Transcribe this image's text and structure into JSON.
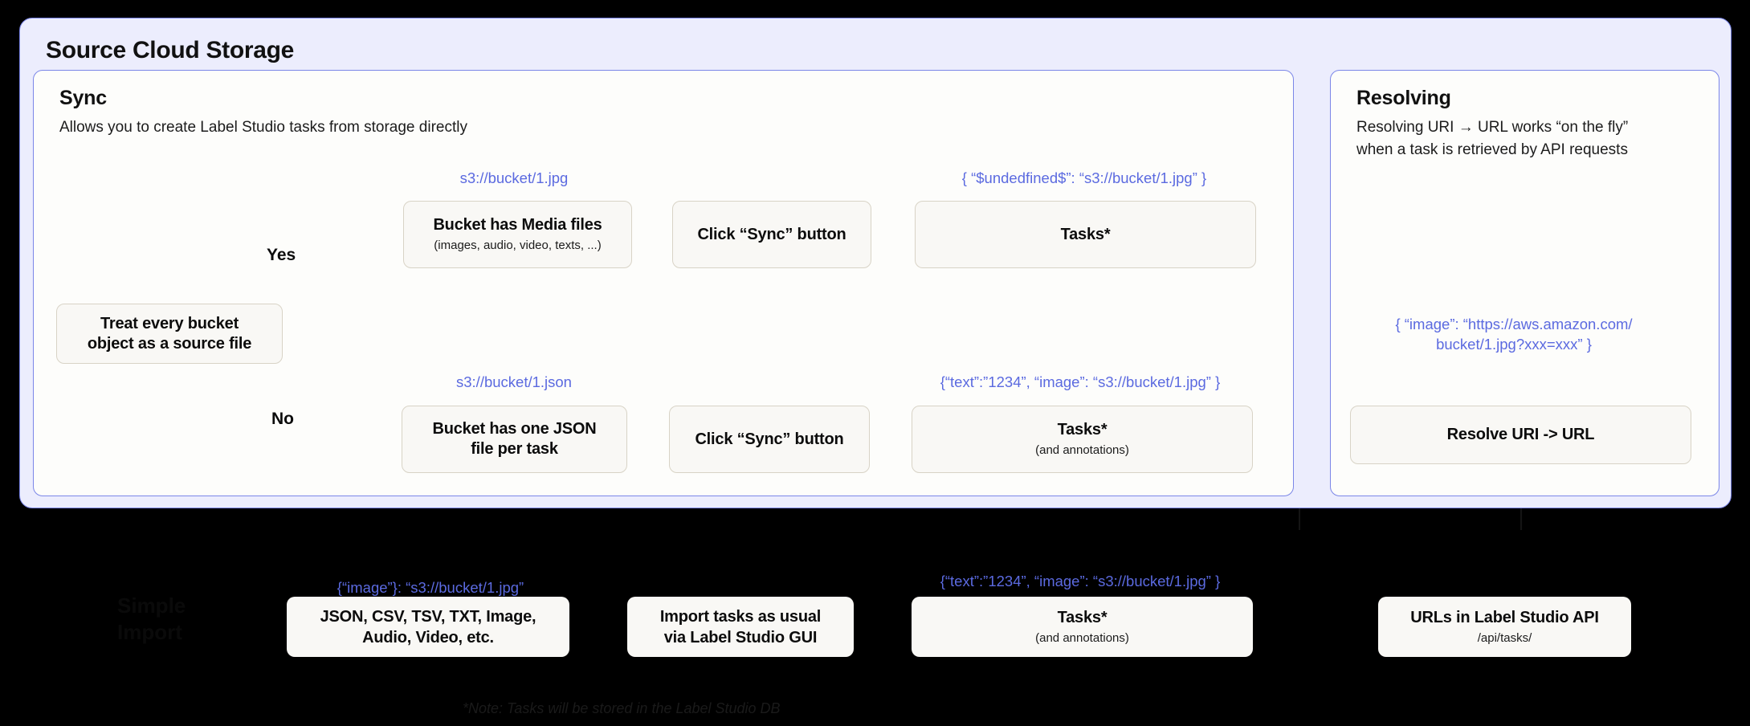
{
  "outer": {
    "title": "Source Cloud Storage",
    "bg_color": "#ecedfd",
    "border_color": "#7b86e8"
  },
  "sync_panel": {
    "title": "Sync",
    "subtitle": "Allows you to create Label Studio tasks from storage directly",
    "decision": {
      "label": "Treat every bucket\nobject as a source file"
    },
    "edge_labels": {
      "yes": "Yes",
      "no": "No"
    },
    "branch_yes": {
      "caption_1": "s3://bucket/1.jpg",
      "node_1_title": "Bucket has Media files",
      "node_1_sub": "(images, audio, video, texts, ...)",
      "node_2_title": "Click “Sync” button",
      "caption_2": "{ “$undedfined$”: “s3://bucket/1.jpg” }",
      "node_3_title": "Tasks*"
    },
    "branch_no": {
      "caption_1": "s3://bucket/1.json",
      "node_1_title": "Bucket has one JSON\nfile per task",
      "node_2_title": "Click “Sync” button",
      "caption_2": "{“text”:”1234”,  “image”: “s3://bucket/1.jpg” }",
      "node_3_title": "Tasks*",
      "node_3_sub": "(and annotations)"
    }
  },
  "resolving_panel": {
    "title": "Resolving",
    "subtitle": "Resolving URI → URL works “on the fly”\nwhen a task is retrieved by API requests",
    "caption": "{ “image”: “https://aws.amazon.com/\nbucket/1.jpg?xxx=xxx” }",
    "node_title": "Resolve URI -> URL"
  },
  "bottom": {
    "section_label": "Simple\nImport",
    "caption_1": "{“image”}: “s3://bucket/1.jpg”",
    "node_1_title": "JSON, CSV, TSV, TXT, Image,\nAudio, Video, etc.",
    "node_2_title": "Import tasks as usual\nvia Label Studio GUI",
    "caption_2": "{“text”:”1234”,  “image”: “s3://bucket/1.jpg” }",
    "node_3_title": "Tasks*",
    "node_3_sub": "(and annotations)",
    "node_4_title": "URLs in Label Studio API",
    "node_4_sub": "/api/tasks/",
    "footnote": "*Note: Tasks will be stored in the Label Studio DB"
  },
  "colors": {
    "accent_blue": "#5b6ae0",
    "panel_lavender": "#ecedfd",
    "node_fill": "#f9f8f5",
    "node_border": "#d8d3c6",
    "page_bg": "#000000"
  }
}
